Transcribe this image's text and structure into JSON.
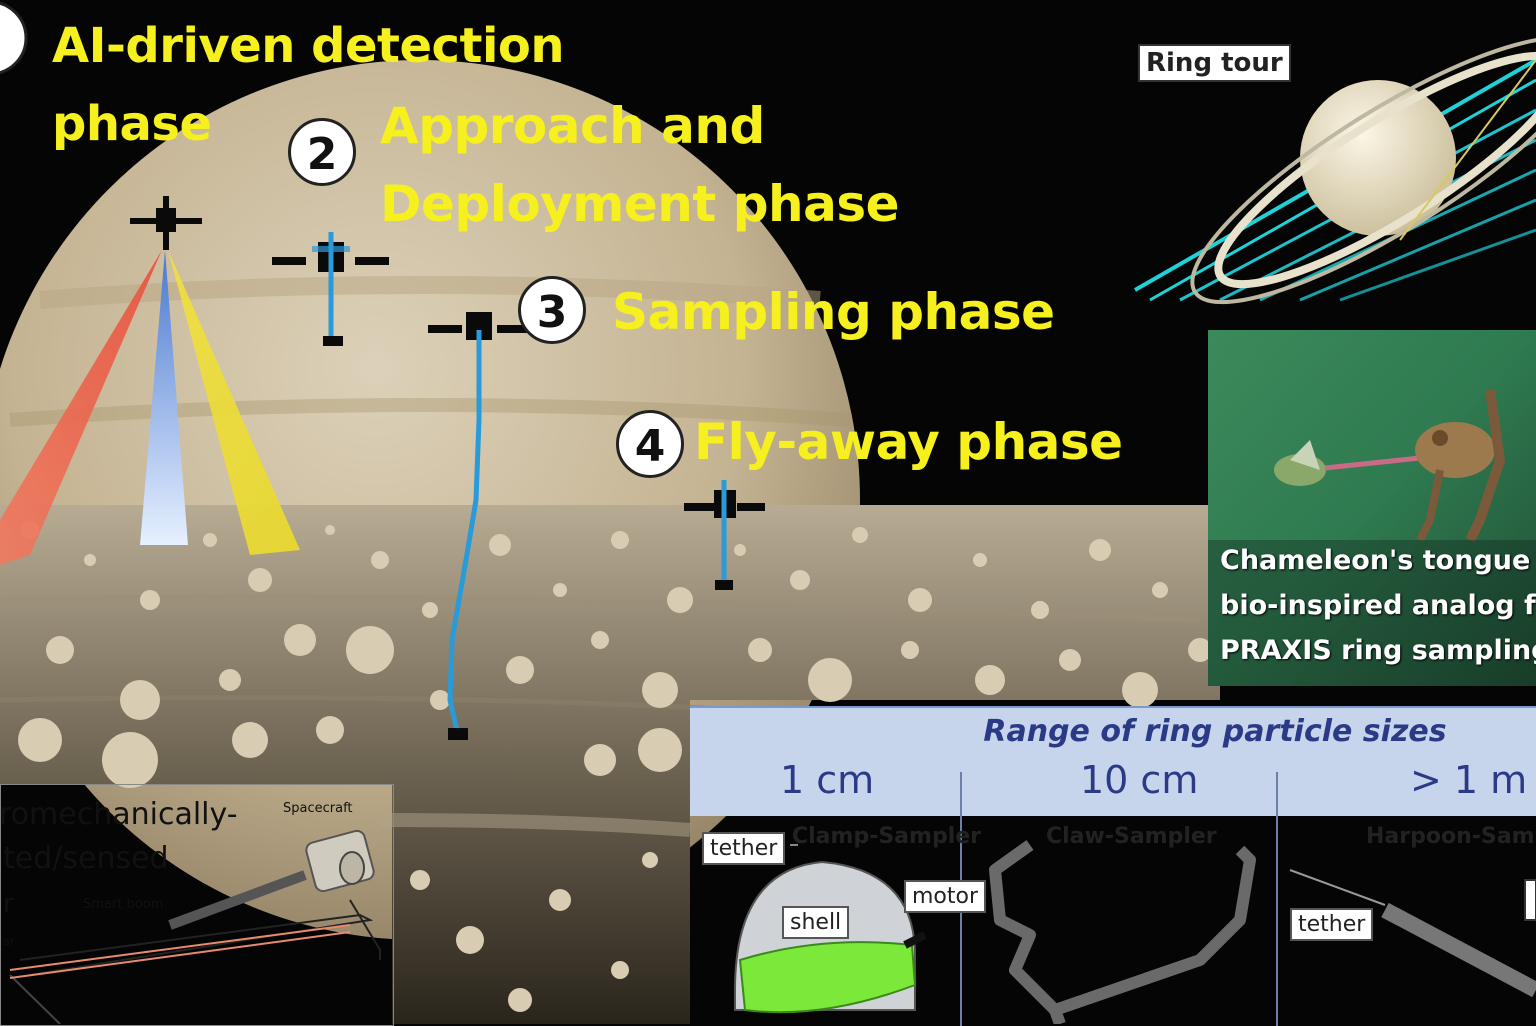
{
  "phases": {
    "step1": {
      "title_line1": "AI-driven detection",
      "title_line2": "phase"
    },
    "step2": {
      "number": "2",
      "title_line1": "Approach and",
      "title_line2": "Deployment phase"
    },
    "step3": {
      "number": "3",
      "title": "Sampling phase"
    },
    "step4": {
      "number": "4",
      "title": "Fly-away phase"
    }
  },
  "ring_tour": {
    "label": "Ring tour"
  },
  "bio_inspiration": {
    "line1": "Chameleon's tongue a",
    "line2": "bio-inspired analog fo",
    "line3": "PRAXIS ring sampling"
  },
  "boom_inset": {
    "line1": "romechanically-",
    "line2": "ted/sensed",
    "line3": "r",
    "spacecraft_label": "Spacecraft",
    "boom_label": "Smart boom",
    "small_label": "ar"
  },
  "particle_table": {
    "title": "Range of ring particle sizes",
    "columns": [
      {
        "size": "1 cm",
        "sampler": "Clamp-Sampler"
      },
      {
        "size": "10 cm",
        "sampler": "Claw-Sampler"
      },
      {
        "size": "> 1 m",
        "sampler": "Harpoon-Sampl"
      }
    ],
    "callouts": {
      "tether": "tether",
      "motor": "motor",
      "shell": "shell",
      "tether2": "tether"
    }
  },
  "colors": {
    "label_yellow": "#f5f01e",
    "tether_blue": "#2a9ad8",
    "table_header": "#c6d4ec",
    "table_text": "#2b3a86",
    "beam_red": "#e8503c",
    "beam_blue": "#bcd6f2",
    "beam_yellow": "#f0e040"
  }
}
